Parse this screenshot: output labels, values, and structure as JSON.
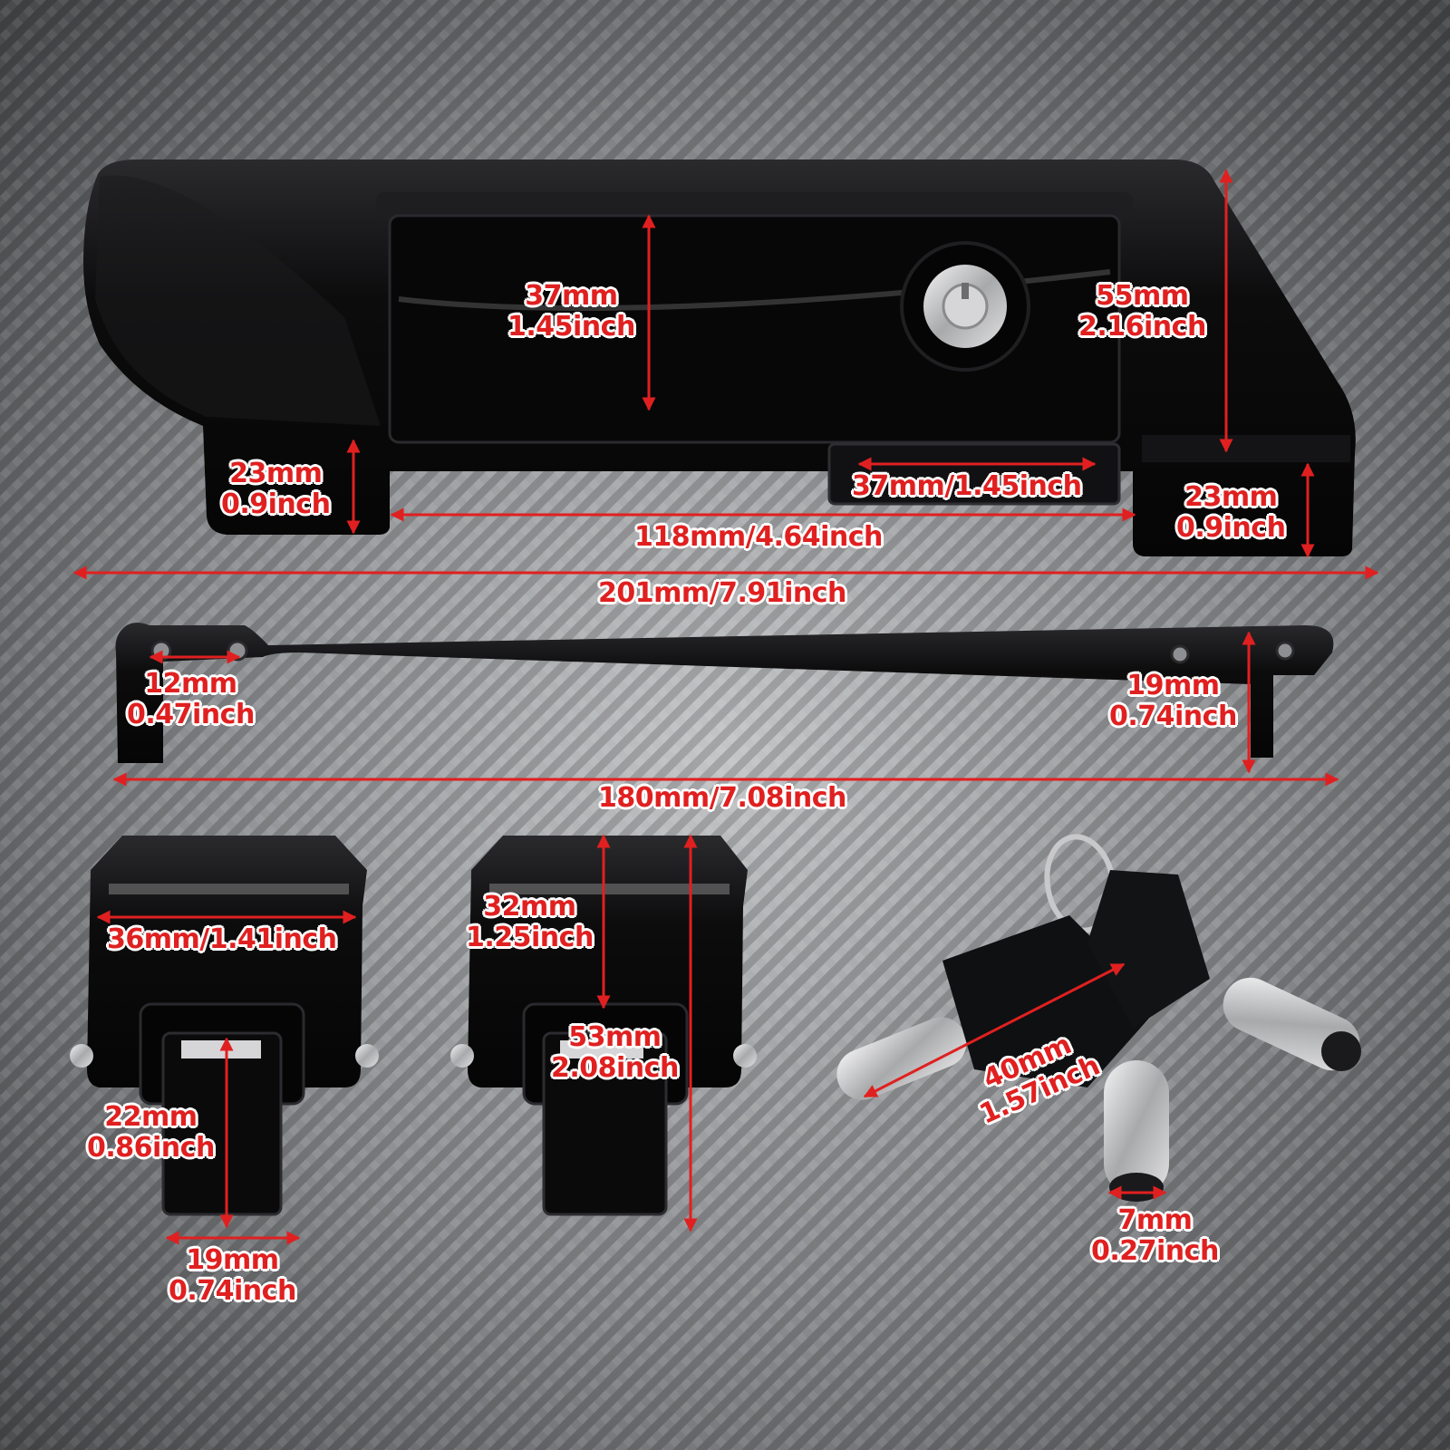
{
  "colors": {
    "label_text": "#e02020",
    "label_outline": "#ffffff",
    "part_black": "#0b0b0c",
    "chrome": "#c9c9cb",
    "background_dark": "#4a4b4d",
    "background_light": "#b9babc"
  },
  "parts": [
    "latch-handle",
    "mounting-bar",
    "hinge-latch-left",
    "hinge-latch-right",
    "keys"
  ],
  "dimensions": {
    "handle_inner_height": {
      "mm": "37mm",
      "inch": "1.45inch"
    },
    "handle_total_height": {
      "mm": "55mm",
      "inch": "2.16inch"
    },
    "handle_left_foot": {
      "mm": "23mm",
      "inch": "0.9inch"
    },
    "handle_right_foot": {
      "mm": "23mm",
      "inch": "0.9inch"
    },
    "handle_slot_width": {
      "text": "37mm/1.45inch"
    },
    "handle_inner_width": {
      "text": "118mm/4.64inch"
    },
    "handle_total_width": {
      "text": "201mm/7.91inch"
    },
    "bar_hole_spacing": {
      "mm": "12mm",
      "inch": "0.47inch"
    },
    "bar_drop_height": {
      "mm": "19mm",
      "inch": "0.74inch"
    },
    "bar_total_width": {
      "text": "180mm/7.08inch"
    },
    "latch_width": {
      "text": "36mm/1.41inch"
    },
    "latch_tongue_height": {
      "mm": "22mm",
      "inch": "0.86inch"
    },
    "latch_tongue_width": {
      "mm": "19mm",
      "inch": "0.74inch"
    },
    "latch_body_height": {
      "mm": "32mm",
      "inch": "1.25inch"
    },
    "latch_total_height": {
      "mm": "53mm",
      "inch": "2.08inch"
    },
    "key_length": {
      "mm": "40mm",
      "inch": "1.57inch"
    },
    "key_barrel_diameter": {
      "mm": "7mm",
      "inch": "0.27inch"
    }
  }
}
